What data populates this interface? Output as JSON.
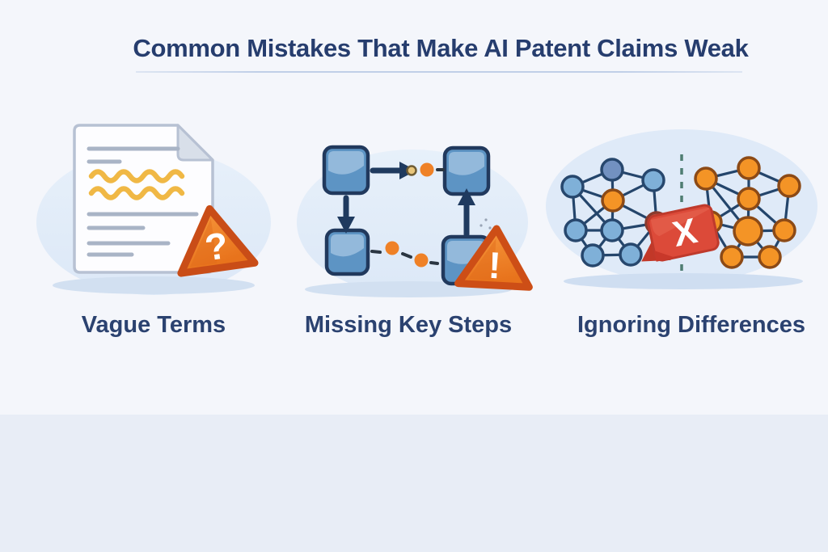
{
  "page": {
    "title": "Common Mistakes That Make AI Patent Claims Weak",
    "background_color": "#f4f6fb",
    "footer_band_color": "#e8edf6",
    "title_color": "#263d6e",
    "underline_color": "#c0cfe8"
  },
  "mistakes": [
    {
      "label": "Vague Terms",
      "icon": "vague-document-icon",
      "badge_symbol": "?",
      "badge_color": "#e8731c"
    },
    {
      "label": "Missing Key Steps",
      "icon": "broken-flowchart-icon",
      "badge_symbol": "!",
      "badge_color": "#e8731c"
    },
    {
      "label": "Ignoring Differences",
      "icon": "network-comparison-icon",
      "badge_symbol": "X",
      "badge_color": "#dc4a39"
    }
  ],
  "colors": {
    "label_text": "#2b4270",
    "accent_orange": "#ef8127",
    "wavy_line_yellow": "#f0b845",
    "document_line_gray": "#a9b4c6",
    "flow_square_blue": "#5d94c4",
    "arrow_navy": "#1f3a5f",
    "node_blue": "#7fb0d8",
    "node_orange": "#f49426",
    "node_red": "#c6685a",
    "network_edge_navy": "#24456b",
    "divider_teal": "#4f7d72",
    "error_red": "#dc4a39",
    "blob_blue": "#e3edf9",
    "shadow_blue": "#d2e0f1"
  }
}
